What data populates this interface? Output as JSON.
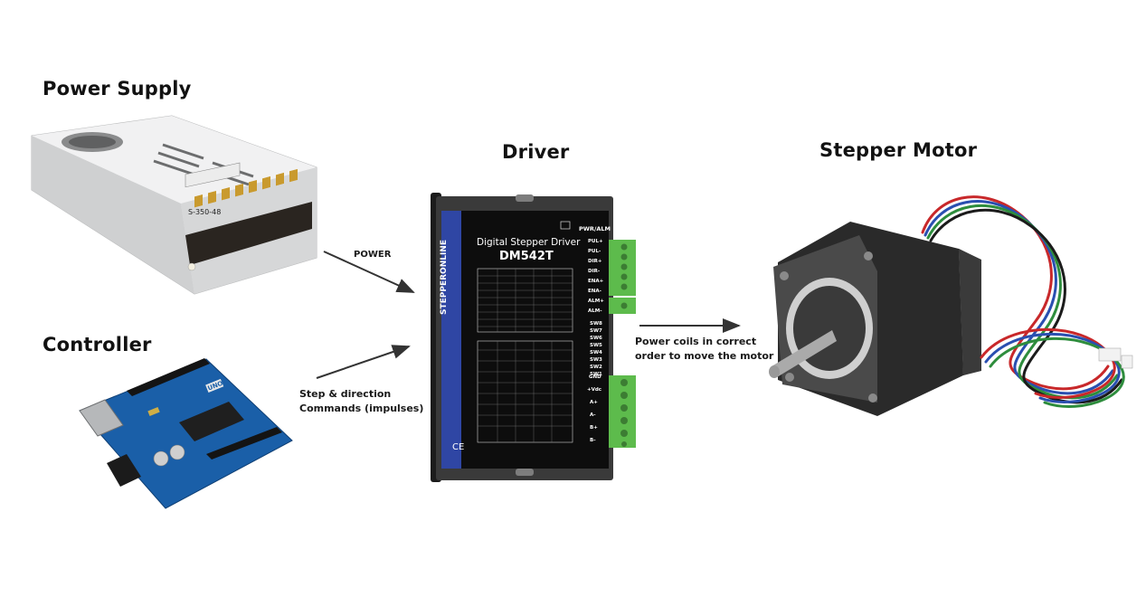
{
  "headings": {
    "power_supply": "Power Supply",
    "controller": "Controller",
    "driver": "Driver",
    "stepper_motor": "Stepper Motor"
  },
  "arrow_labels": {
    "power": "POWER",
    "step_line1": "Step & direction",
    "step_line2": "Commands (impulses)",
    "coils_line1": "Power coils in correct",
    "coils_line2": "order to move the motor"
  },
  "driver_panel": {
    "brand": "STEPPERONLINE",
    "title": "Digital Stepper Driver",
    "model": "DM542T",
    "indicator": "PWR/ALM",
    "pins_signal": [
      "PUL+",
      "PUL-",
      "DIR+",
      "DIR-",
      "ENA+",
      "ENA-"
    ],
    "pins_alarm": [
      "ALM+",
      "ALM-"
    ],
    "pins_switch": [
      "SW8",
      "SW7",
      "SW6",
      "SW5",
      "SW4",
      "SW3",
      "SW2",
      "SW1"
    ],
    "pins_power": [
      "GND",
      "+Vdc",
      "A+",
      "A-",
      "B+",
      "B-"
    ]
  },
  "psu_label": "S-350-48",
  "arduino_label": "UNO",
  "colors": {
    "driver_panel": "#0d0d0d",
    "driver_stripe": "#2f46a4",
    "terminal_green": "#5dbb4c",
    "arduino_blue": "#1a5fa8",
    "psu_silver": "#d9dadb",
    "motor_body": "#2a2a2a",
    "wire_red": "#c8282a",
    "wire_blue": "#2a4fb0",
    "wire_green": "#2e8d3d"
  }
}
